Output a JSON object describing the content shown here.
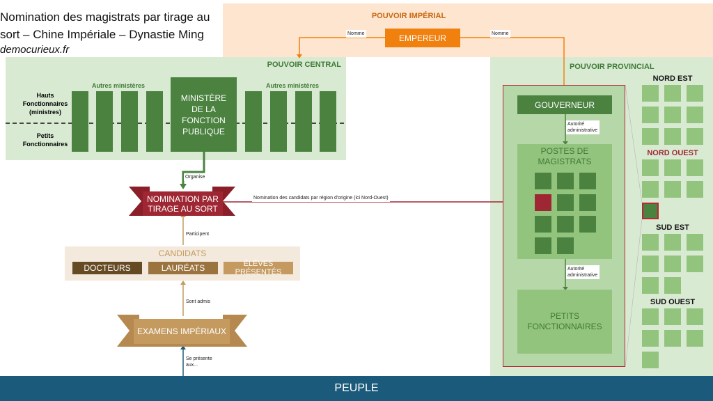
{
  "title": {
    "line1": "Nomination des magistrats par tirage au",
    "line2": "sort – Chine Impériale – Dynastie Ming",
    "site": "democurieux.fr"
  },
  "imperial": {
    "heading": "POUVOIR IMPÉRIAL",
    "emperor": "EMPEREUR",
    "nomme_left": "Nomme",
    "nomme_right": "Nomme"
  },
  "central": {
    "heading": "POUVOIR CENTRAL",
    "hauts": "Hauts Fonctionnaires (ministres)",
    "petits": "Petits Fonctionnaires",
    "autres_left": "Autres ministères",
    "autres_right": "Autres ministères",
    "ministry": "MINISTÈRE DE LA FONCTION PUBLIQUE",
    "organise": "Organise"
  },
  "nomination": {
    "label": "NOMINATION PAR TIRAGE AU SORT",
    "link": "Nomination des candidats par région d'origine (ici Nord-Ouest)"
  },
  "candidats": {
    "participent": "Participent",
    "heading": "CANDIDATS",
    "items": [
      "DOCTEURS",
      "LAURÉATS",
      "ÉLÈVES PRÉSENTÉS"
    ],
    "sont_admis": "Sont admis"
  },
  "examens": {
    "label": "EXAMENS IMPÉRIAUX",
    "se_presente": "Se présente aux..."
  },
  "provincial": {
    "heading": "POUVOIR PROVINCIAL",
    "governor": "GOUVERNEUR",
    "autorite1": "Autorité administrative",
    "postes": "POSTES DE MAGISTRATS",
    "autorite2": "Autorité administrative",
    "petits": "PETITS FONCTIONNAIRES",
    "regions": [
      "NORD EST",
      "NORD OUEST",
      "SUD EST",
      "SUD OUEST"
    ]
  },
  "footer": {
    "peuple": "PEUPLE"
  },
  "colors": {
    "imperial_bg": "#fde5cf",
    "emperor": "#f0810f",
    "central_bg": "#d9ead3",
    "green_dark": "#4b8240",
    "green_mid": "#93c47d",
    "red": "#9e2733",
    "tan": "#c49a5f",
    "peuple": "#1b5a7a"
  }
}
